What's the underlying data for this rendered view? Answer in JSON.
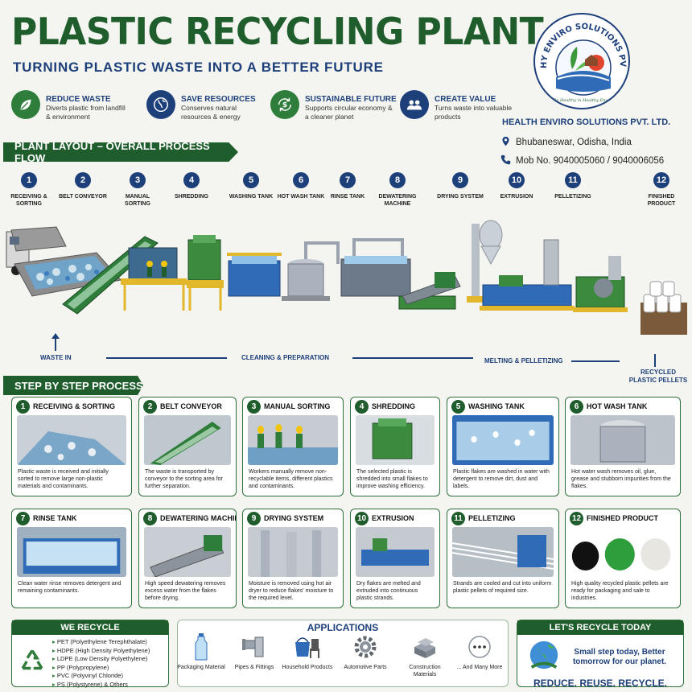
{
  "header": {
    "title": "PLASTIC RECYCLING PLANT",
    "subtitle": "TURNING PLASTIC WASTE INTO A BETTER FUTURE"
  },
  "benefits": [
    {
      "icon": "leaf-icon",
      "title": "REDUCE WASTE",
      "desc": "Diverts plastic from landfill & environment",
      "color": "#2e7d3a"
    },
    {
      "icon": "globe-icon",
      "title": "SAVE RESOURCES",
      "desc": "Conserves natural resources & energy",
      "color": "#1d3f7a"
    },
    {
      "icon": "recycle-dollar-icon",
      "title": "SUSTAINABLE FUTURE",
      "desc": "Supports circular economy & a cleaner planet",
      "color": "#2e7d3a"
    },
    {
      "icon": "people-icon",
      "title": "CREATE VALUE",
      "desc": "Turns waste into valuable products",
      "color": "#1d3f7a"
    }
  ],
  "company": {
    "logo_text": "HEALTHY ENVIRO SOLUTIONS PVT. LTD.",
    "logo_tagline": "Be Healthy in Healthy Enviro",
    "name": "HEALTH ENVIRO SOLUTIONS PVT. LTD.",
    "location": "Bhubaneswar, Odisha, India",
    "phone": "Mob No. 9040005060 / 9040006056"
  },
  "layout": {
    "section_title": "PLANT LAYOUT – OVERALL PROCESS FLOW",
    "steps": [
      {
        "num": "1",
        "label": "RECEIVING & SORTING"
      },
      {
        "num": "2",
        "label": "BELT CONVEYOR"
      },
      {
        "num": "3",
        "label": "MANUAL SORTING"
      },
      {
        "num": "4",
        "label": "SHREDDING"
      },
      {
        "num": "5",
        "label": "WASHING TANK"
      },
      {
        "num": "6",
        "label": "HOT WASH TANK"
      },
      {
        "num": "7",
        "label": "RINSE TANK"
      },
      {
        "num": "8",
        "label": "DEWATERING MACHINE"
      },
      {
        "num": "9",
        "label": "DRYING SYSTEM"
      },
      {
        "num": "10",
        "label": "EXTRUSION"
      },
      {
        "num": "11",
        "label": "PELLETIZING"
      },
      {
        "num": "12",
        "label": "FINISHED PRODUCT"
      }
    ],
    "waste_in": "WASTE IN",
    "cleaning": "CLEANING & PREPARATION",
    "melting": "MELTING & PELLETIZING",
    "recycled": "RECYCLED PLASTIC PELLETS"
  },
  "process": {
    "section_title": "STEP BY STEP PROCESS",
    "cards": [
      {
        "num": "1",
        "title": "RECEIVING & SORTING",
        "desc": "Plastic waste is received and initially sorted to remove large non-plastic materials and contaminants."
      },
      {
        "num": "2",
        "title": "BELT CONVEYOR",
        "desc": "The waste is transported by conveyor to the sorting area for further separation."
      },
      {
        "num": "3",
        "title": "MANUAL SORTING",
        "desc": "Workers manually remove non-recyclable items, different plastics and contaminants."
      },
      {
        "num": "4",
        "title": "SHREDDING",
        "desc": "The selected plastic is shredded into small flakes to improve washing efficiency."
      },
      {
        "num": "5",
        "title": "WASHING TANK",
        "desc": "Plastic flakes are washed in water with detergent to remove dirt, dust and labels."
      },
      {
        "num": "6",
        "title": "HOT WASH TANK",
        "desc": "Hot water wash removes oil, glue, grease and stubborn impurities from the flakes."
      },
      {
        "num": "7",
        "title": "RINSE TANK",
        "desc": "Clean water rinse removes detergent and remaining contaminants."
      },
      {
        "num": "8",
        "title": "DEWATERING MACHINE",
        "desc": "High speed dewatering removes excess water from the flakes before drying."
      },
      {
        "num": "9",
        "title": "DRYING SYSTEM",
        "desc": "Moisture is removed using hot air dryer to reduce flakes' moisture to the required level."
      },
      {
        "num": "10",
        "title": "EXTRUSION",
        "desc": "Dry flakes are melted and extruded into continuous plastic strands."
      },
      {
        "num": "11",
        "title": "PELLETIZING",
        "desc": "Strands are cooled and cut into uniform plastic pellets of required size."
      },
      {
        "num": "12",
        "title": "FINISHED PRODUCT",
        "desc": "High quality recycled plastic pellets are ready for packaging and sale to industries."
      }
    ]
  },
  "we_recycle": {
    "title": "WE RECYCLE",
    "items": [
      {
        "code": "PET",
        "name": "(Polyethylene Terephthalate)"
      },
      {
        "code": "HDPE",
        "name": "(High Density Polyethylene)"
      },
      {
        "code": "LDPE",
        "name": "(Low Density Polyethylene)"
      },
      {
        "code": "PP",
        "name": "(Polypropylene)"
      },
      {
        "code": "PVC",
        "name": "(Polyvinyl Chloride)"
      },
      {
        "code": "PS",
        "name": "(Polystyrene) & Others"
      }
    ]
  },
  "applications": {
    "title": "APPLICATIONS",
    "items": [
      {
        "icon": "bottle-icon",
        "label": "Packaging Material"
      },
      {
        "icon": "pipe-icon",
        "label": "Pipes & Fittings"
      },
      {
        "icon": "bucket-chair-icon",
        "label": "Household Products"
      },
      {
        "icon": "gear-icon",
        "label": "Automotive Parts"
      },
      {
        "icon": "blocks-icon",
        "label": "Construction Materials"
      },
      {
        "icon": "more-icon",
        "label": "... And Many More"
      }
    ]
  },
  "cta": {
    "title": "LET'S RECYCLE TODAY",
    "message": "Small step today, Better tomorrow for our planet.",
    "slogan": "REDUCE. REUSE. RECYCLE."
  }
}
